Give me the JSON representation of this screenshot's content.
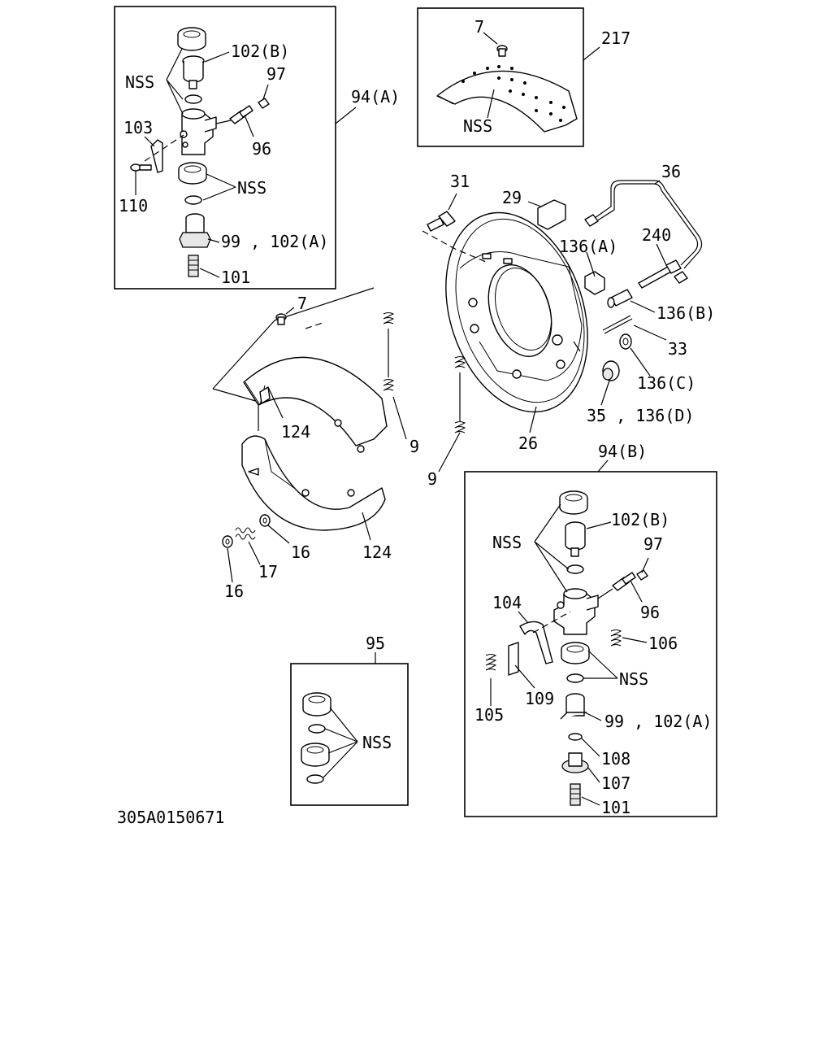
{
  "diagram_code": "305A0150671",
  "labels": {
    "l7a": "7",
    "l217": "217",
    "lnss217": "NSS",
    "l102b_a": "102(B)",
    "lnss_a1": "NSS",
    "l97_a": "97",
    "l94a": "94(A)",
    "l103": "103",
    "l96_a": "96",
    "l110": "110",
    "lnss_a2": "NSS",
    "l99_a": "99 , 102(A)",
    "l101_a": "101",
    "l31": "31",
    "l29": "29",
    "l36": "36",
    "l136a": "136(A)",
    "l240": "240",
    "l136b": "136(B)",
    "l33": "33",
    "l136c": "136(C)",
    "l35": "35 , 136(D)",
    "l26": "26",
    "l7b": "7",
    "l124a": "124",
    "l9a": "9",
    "l9b": "9",
    "l124b": "124",
    "l16a": "16",
    "l17": "17",
    "l16b": "16",
    "l94b": "94(B)",
    "l102b_b": "102(B)",
    "lnss_b1": "NSS",
    "l97_b": "97",
    "l104": "104",
    "l96_b": "96",
    "l106": "106",
    "lnss_b2": "NSS",
    "l109": "109",
    "l105": "105",
    "l99_b": "99 , 102(A)",
    "l108": "108",
    "l107": "107",
    "l101_b": "101",
    "l95": "95",
    "lnss95": "NSS"
  }
}
